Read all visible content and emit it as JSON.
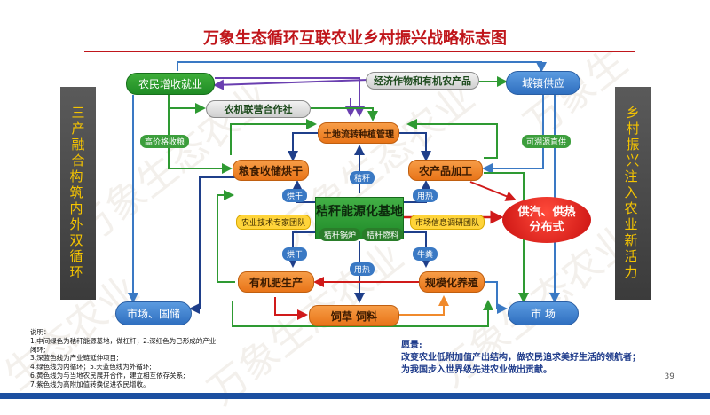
{
  "title": "万象生态循环互联农业乡村振兴战略标志图",
  "watermark": [
    "万象生态农业",
    "万象生态农业",
    "万象生",
    "生态农业",
    "万象生态农业",
    "万象生态农业"
  ],
  "left_panel": {
    "line1": "三产融合",
    "line2": "构筑内外双循环"
  },
  "right_panel": {
    "line1": "乡村振兴",
    "line2": "注入农业新活力"
  },
  "nodes": {
    "farmer_income": "农民增收就业",
    "urban_supply": "城镇供应",
    "cash_crops": "经济作物和有机农产品",
    "machinery_coop": "农机联营合作社",
    "land_transfer": "土地流转种植管理",
    "grain_storage": "粮食收储烘干",
    "agro_processing": "农产品加工",
    "straw_base": "秸秆能源化基地",
    "straw_boiler": "秸秆锅炉",
    "straw_fuel": "秸秆燃料",
    "steam_heat": "供汽、供热分布式",
    "organic_fert": "有机肥生产",
    "livestock": "规模化养殖",
    "feed": "饲草   饲料",
    "market_reserve": "市场、国储",
    "market": "市        场"
  },
  "tags": {
    "high_price": "高价格收粮",
    "traceable": "可溯源直供",
    "straw_up": "秸秆",
    "drying1": "烘干",
    "drying2": "烘干",
    "heat_use1": "用热",
    "heat_use2": "用热",
    "cow_dung": "牛粪",
    "expert_team": "农业技术专家团队",
    "market_team": "市场信息调研团队"
  },
  "notes": {
    "heading": "说明：",
    "lines": [
      "1.中间绿色为秸秆能源基地，做杠杆；2.深红色为已形成的产业",
      "闭环;",
      "3.深蓝色线为产业链延伸项目;",
      "4.绿色线为内循环；5.天蓝色线为外循环;",
      "6.黄色线为与当地农民展开合作，建立相互依存关系;",
      "7.紫色线为高附加值转换促进农民增收。"
    ]
  },
  "wish": {
    "heading": "愿景:",
    "line1": "改变农业低附加值产出结构，做农民追求美好生活的领航者；",
    "line2": "为我国步入世界级先进农业做出贡献。"
  },
  "page_number": "39",
  "colors": {
    "title": "#c0161b",
    "green": "#2e9a32",
    "orange": "#f08a2c",
    "blue": "#3a79c4",
    "darkblue": "#1f3f8a",
    "purple": "#6a3fb0",
    "red": "#d01a1a",
    "side_text": "#f5c400"
  }
}
